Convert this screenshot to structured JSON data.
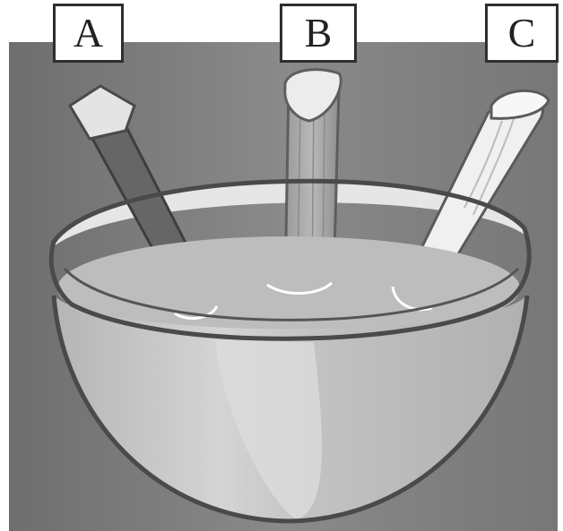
{
  "labels": {
    "a": "A",
    "b": "B",
    "c": "C"
  },
  "colors": {
    "background": "#7c7c7c",
    "bowl_outline": "#4a4a4a",
    "bowl_body": "#c9c9c9",
    "bowl_light_band": "#dcdcdc",
    "water_surface": "#bdbdbd",
    "rod_a": "#666666",
    "rod_b": "#a6a6a6",
    "rod_c": "#f0f0f0",
    "rod_tip": "#e4e4e4"
  },
  "scene": {
    "objects": [
      "rod-a",
      "rod-b",
      "rod-c",
      "bowl"
    ]
  }
}
